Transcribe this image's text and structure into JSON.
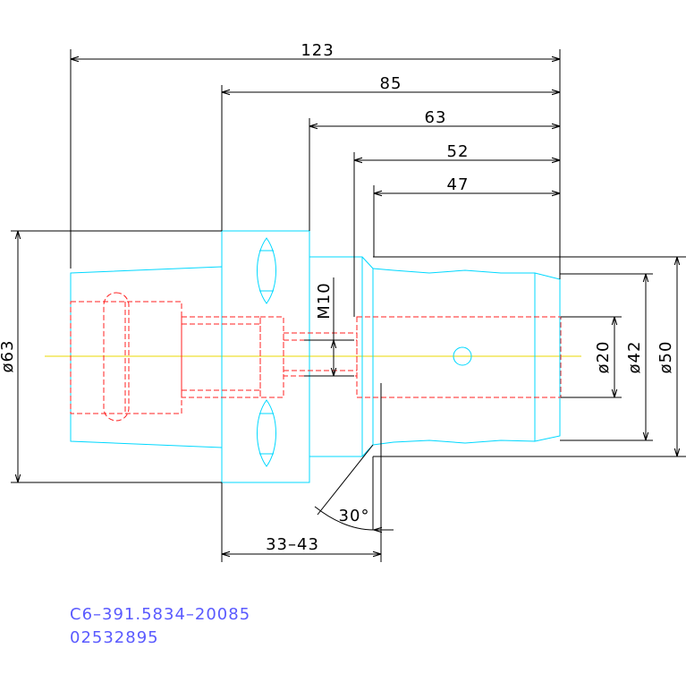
{
  "dimensions": {
    "d123": "123",
    "d85": "85",
    "d63": "63",
    "d52": "52",
    "d47": "47",
    "dia63": "ø63",
    "m10": "M10",
    "dia20": "ø20",
    "dia42": "ø42",
    "dia50": "ø50",
    "angle": "30°",
    "range": "33–43"
  },
  "part": {
    "code": "C6–391.5834–20085",
    "number": "02532895"
  },
  "colors": {
    "outline": "#00d8ff",
    "hidden_lines": "#ff2020",
    "dimensions": "#000000",
    "center_line": "#e8d800",
    "code_text": "#5a5aff"
  }
}
